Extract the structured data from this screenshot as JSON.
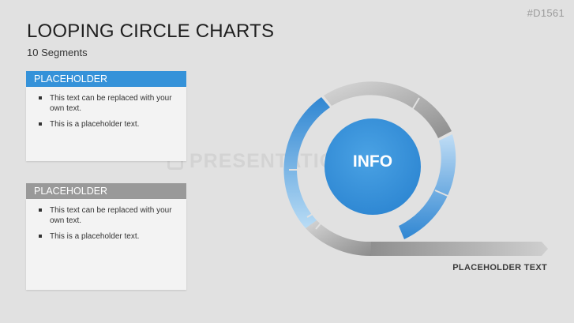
{
  "slide_id": "#D1561",
  "title": "LOOPING CIRCLE CHARTS",
  "subtitle": "10 Segments",
  "watermark": "PRESENTATIONLOAD",
  "panels": [
    {
      "header": "PLACEHOLDER",
      "color": "#3592d9",
      "bullets": [
        "This text can be replaced with your own text.",
        "This is a placeholder text."
      ]
    },
    {
      "header": "PLACEHOLDER",
      "color": "#999999",
      "bullets": [
        "This text can be replaced with your own text.",
        "This is a placeholder text."
      ]
    }
  ],
  "diagram": {
    "center_label": "INFO",
    "arrow_label": "PLACEHOLDER TEXT",
    "segment_count": 10,
    "colors": {
      "blue": "#3592d9",
      "light_blue": "#a9d0f0",
      "gray": "#a6a6a6",
      "center": "#3b94da"
    }
  }
}
